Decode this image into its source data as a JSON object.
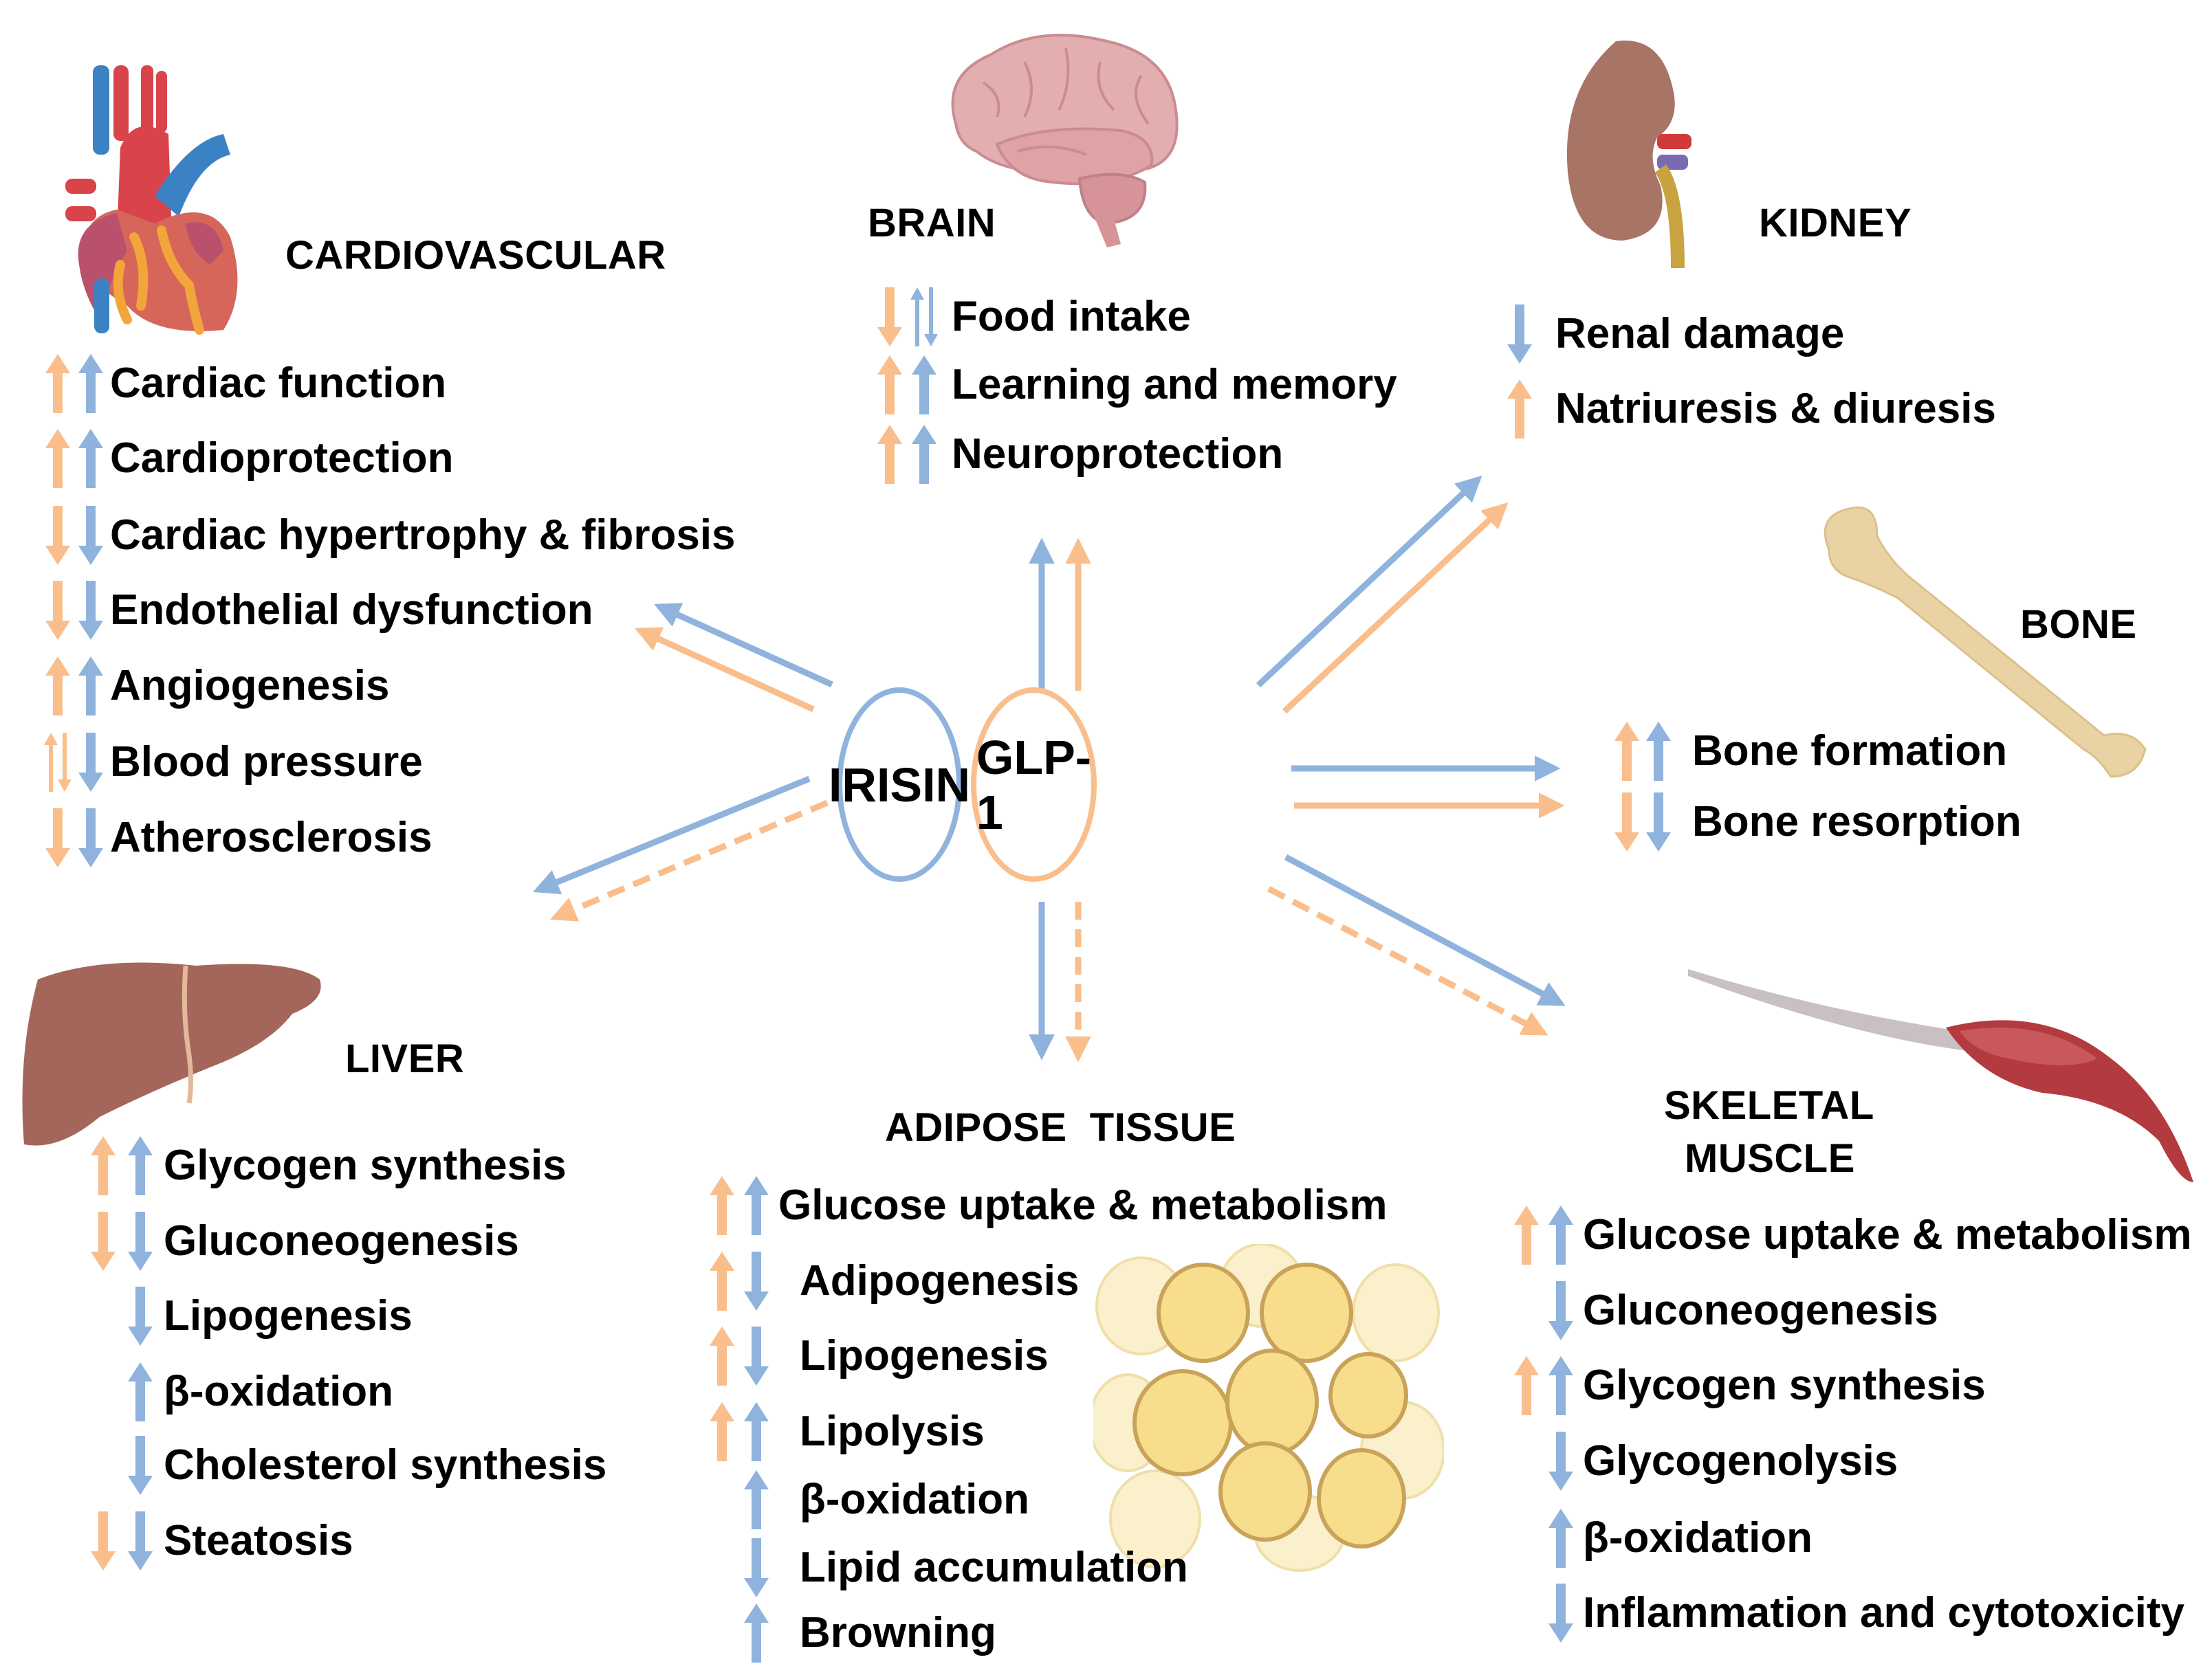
{
  "colors": {
    "irisin": "#8FB3DD",
    "glp1": "#F9BE8C",
    "text": "#000000"
  },
  "legend_semantics": {
    "irisin_color": "blue",
    "glp1_color": "orange",
    "dashed_connector": "indirect/limited evidence"
  },
  "hubs": {
    "irisin": "IRISIN",
    "glp1": "GLP-1"
  },
  "organs": {
    "cardiovascular": {
      "title": "CARDIOVASCULAR",
      "icon": "heart-icon",
      "items": [
        {
          "label": "Cardiac function",
          "glp1": "up",
          "irisin": "up"
        },
        {
          "label": "Cardioprotection",
          "glp1": "up",
          "irisin": "up"
        },
        {
          "label": "Cardiac hypertrophy & fibrosis",
          "glp1": "down",
          "irisin": "down"
        },
        {
          "label": "Endothelial dysfunction",
          "glp1": "down",
          "irisin": "down"
        },
        {
          "label": "Angiogenesis",
          "glp1": "up",
          "irisin": "up"
        },
        {
          "label": "Blood pressure",
          "glp1": "updown",
          "irisin": "down"
        },
        {
          "label": "Atherosclerosis",
          "glp1": "down",
          "irisin": "down"
        }
      ]
    },
    "brain": {
      "title": "BRAIN",
      "icon": "brain-icon",
      "items": [
        {
          "label": "Food intake",
          "glp1": "down",
          "irisin": "updown"
        },
        {
          "label": "Learning and memory",
          "glp1": "up",
          "irisin": "up"
        },
        {
          "label": "Neuroprotection",
          "glp1": "up",
          "irisin": "up"
        }
      ]
    },
    "kidney": {
      "title": "KIDNEY",
      "icon": "kidney-icon",
      "items": [
        {
          "label": "Renal damage",
          "glp1": "none",
          "irisin": "down"
        },
        {
          "label": "Natriuresis & diuresis",
          "glp1": "up",
          "irisin": "none"
        }
      ]
    },
    "bone": {
      "title": "BONE",
      "icon": "bone-icon",
      "items": [
        {
          "label": "Bone formation",
          "glp1": "up",
          "irisin": "up"
        },
        {
          "label": "Bone resorption",
          "glp1": "down",
          "irisin": "down"
        }
      ]
    },
    "liver": {
      "title": "LIVER",
      "icon": "liver-icon",
      "items": [
        {
          "label": "Glycogen synthesis",
          "glp1": "up",
          "irisin": "up"
        },
        {
          "label": "Gluconeogenesis",
          "glp1": "down",
          "irisin": "down"
        },
        {
          "label": "Lipogenesis",
          "glp1": "none",
          "irisin": "down"
        },
        {
          "label": "β-oxidation",
          "glp1": "none",
          "irisin": "up"
        },
        {
          "label": "Cholesterol synthesis",
          "glp1": "none",
          "irisin": "down"
        },
        {
          "label": "Steatosis",
          "glp1": "down",
          "irisin": "down"
        }
      ]
    },
    "adipose": {
      "title": "ADIPOSE  TISSUE",
      "icon": "adipocytes-icon",
      "items": [
        {
          "label": "Glucose uptake & metabolism",
          "glp1": "up",
          "irisin": "up"
        },
        {
          "label": "Adipogenesis",
          "glp1": "up",
          "irisin": "down"
        },
        {
          "label": "Lipogenesis",
          "glp1": "up",
          "irisin": "down"
        },
        {
          "label": "Lipolysis",
          "glp1": "up",
          "irisin": "up"
        },
        {
          "label": "β-oxidation",
          "glp1": "none",
          "irisin": "up"
        },
        {
          "label": "Lipid accumulation",
          "glp1": "none",
          "irisin": "down"
        },
        {
          "label": "Browning",
          "glp1": "none",
          "irisin": "up"
        }
      ]
    },
    "skeletal_muscle": {
      "title_line1": "SKELETAL",
      "title_line2": "MUSCLE",
      "icon": "muscle-icon",
      "items": [
        {
          "label": "Glucose uptake & metabolism",
          "glp1": "up",
          "irisin": "up"
        },
        {
          "label": "Gluconeogenesis",
          "glp1": "none",
          "irisin": "down"
        },
        {
          "label": "Glycogen synthesis",
          "glp1": "up",
          "irisin": "up"
        },
        {
          "label": "Glycogenolysis",
          "glp1": "none",
          "irisin": "down"
        },
        {
          "label": "β-oxidation",
          "glp1": "none",
          "irisin": "up"
        },
        {
          "label": "Inflammation and cytotoxicity",
          "glp1": "none",
          "irisin": "down"
        }
      ]
    }
  },
  "connectors": [
    {
      "target": "cardiovascular",
      "irisin": "solid",
      "glp1": "solid"
    },
    {
      "target": "brain",
      "irisin": "solid",
      "glp1": "solid"
    },
    {
      "target": "kidney",
      "irisin": "solid",
      "glp1": "solid"
    },
    {
      "target": "bone",
      "irisin": "solid",
      "glp1": "solid"
    },
    {
      "target": "skeletal_muscle",
      "irisin": "solid",
      "glp1": "dashed"
    },
    {
      "target": "adipose",
      "irisin": "solid",
      "glp1": "dashed"
    },
    {
      "target": "liver",
      "irisin": "solid",
      "glp1": "dashed"
    }
  ]
}
